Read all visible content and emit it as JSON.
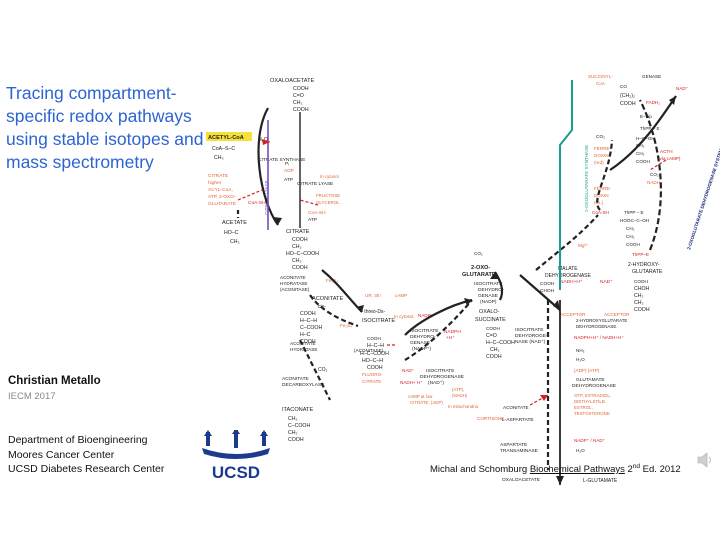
{
  "slide": {
    "title": "Tracing compartment-specific redox pathways using stable isotopes and mass spectrometry",
    "author": "Christian Metallo",
    "conference": "IECM 2017",
    "affiliations": [
      "Department of Bioengineering",
      "Moores Cancer Center",
      "UCSD Diabetes Research Center"
    ],
    "logo_text": "UCSD",
    "citation": {
      "authors": "Michal and Schomburg",
      "book": "Biochemical Pathways",
      "edition": "2",
      "edition_suffix": "nd",
      "rest": "Ed. 2012"
    }
  },
  "pathway": {
    "oxaloacetate": "OXALOACETATE",
    "acetyl_coa": "ACETYL-CoA",
    "citrate_synthase": "CITRATE SYNTHASE",
    "citrate_lyase": "CITRATE LYASE",
    "atp_citrate_lyase": "ATP CITRATE LYASE",
    "coash": "CoA-SH",
    "acetate": "ACETATE",
    "citrate": "CITRATE",
    "aconitate_hydratase": "ACONITATE HYDRATASE (ACONITASE)",
    "cis_aconitate": "cis-ACONITATE",
    "threo_isocitrate": "threo-Ds-ISOCITRATE",
    "isocitrate_dehydrogenase": "ISOCITRATE DEHYDROGENASE",
    "aconitate_decarboxylase": "ACONITATE DECARBOXYLASE",
    "itaconate": "ITACONATE",
    "oxalosuccinate": "OXALO-SUCCINATE",
    "oxoglutarate": "2-OXO-GLUTARATE",
    "malate_dehydrogenase": "MALATE DEHYDROGENASE",
    "hydroxyglutarate": "2-HYDROXY-GLUTARATE",
    "hydroxyglutarate_dh": "2-HYDROXYGLUTARATE DEHYDROGENASE",
    "glutamate_dh": "GLUTAMATE DEHYDROGENASE",
    "aspartate_transaminase": "ASPARTATE TRANSAMINASE",
    "l_aspartate": "L-ASPARTATE",
    "oxaloacetate2": "OXALOACETATE",
    "l_glutamate": "L-GLUTAMATE",
    "succinyl_coa": "SUCCINYL-CoA",
    "oxoglutarate_synthase": "2-OXOGLUTARATE SYNTHASE",
    "oxoglutarate_dh_system": "2-OXOGLUTARATE DEHYDROGENASE SYSTEM",
    "nadh": "NADH+H⁺",
    "nad": "NAD⁺",
    "nadph": "NADPH+H⁺",
    "nadp": "NADP⁺",
    "fluorocitrate": "FLUORO-CITRATE",
    "in_mitochondria": "In mitochondria",
    "in_cytosol": "In cytosol",
    "co2": "CO₂",
    "h2o": "H₂O"
  },
  "colors": {
    "title": "#2d63d3",
    "reaction_arrow": "#222222",
    "enzyme_orange": "#e0663a",
    "regulator_red": "#d42020",
    "cofactor_purple": "#7a4fc0",
    "synthase_teal": "#1a9e8f",
    "highlight_yellow": "#f4e23a"
  }
}
